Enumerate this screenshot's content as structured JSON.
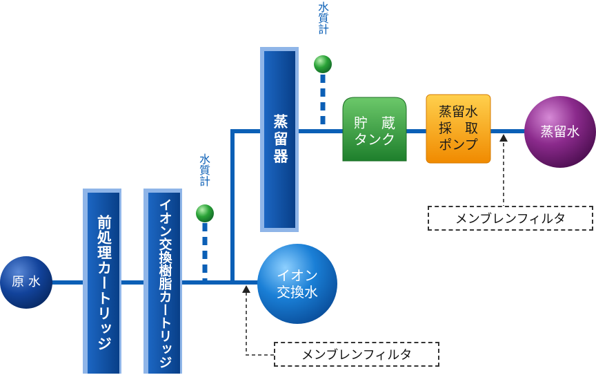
{
  "nodes": {
    "raw_water": "原 水",
    "pretreat_cartridge": "前処理カートリッジ",
    "ion_resin_cartridge": "イオン交換樹脂カートリッジ",
    "distiller": "蒸留器",
    "ion_water": [
      "イオン",
      "交換水"
    ],
    "storage_tank": [
      "貯　蔵",
      "タンク"
    ],
    "sampling_pump": [
      "蒸留水",
      "採　取",
      "ポンプ"
    ],
    "distilled_water": "蒸留水"
  },
  "meters": [
    "水質計",
    "水質計"
  ],
  "filters": [
    "メンブレンフィルタ",
    "メンブレンフィルタ"
  ],
  "colors": {
    "pipe": "#0b5fb6",
    "column_blue": "#0a4fa3",
    "column_edge": "#8fb5e8",
    "tank_green": "#2e9a3a",
    "pump_orange": "#f5a623",
    "ion_sphere": "#1a78d0",
    "raw_sphere": "#0d3c8c",
    "distilled_sphere": "#7c1f7e",
    "meter_green": "#2aa337"
  }
}
